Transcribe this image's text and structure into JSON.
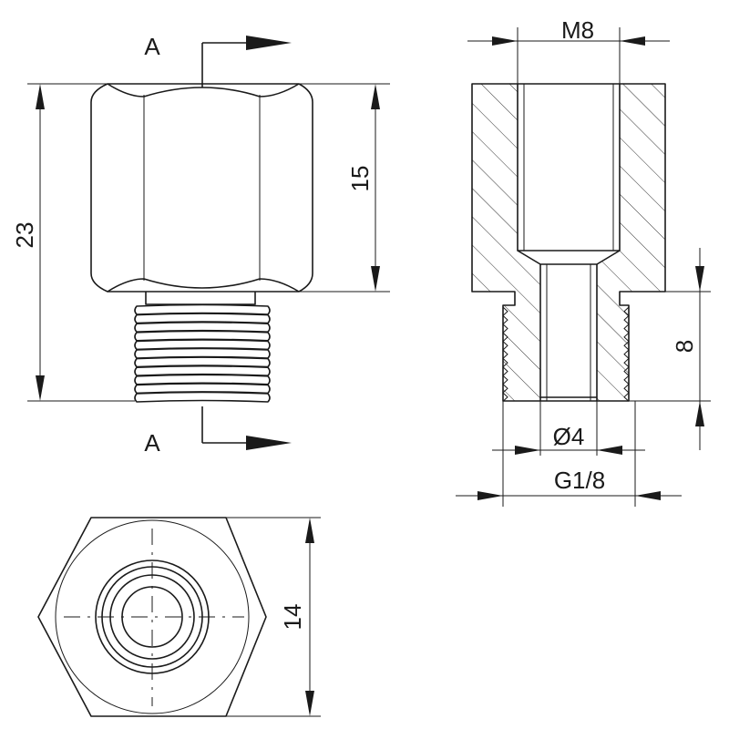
{
  "section_marker": {
    "top": "A",
    "bottom": "A"
  },
  "dimensions": {
    "overall_height": "23",
    "hex_height": "15",
    "thread_length": "8",
    "inner_thread": "M8",
    "bore_diameter": "4",
    "outer_thread": "G1/8",
    "hex_across_flats": "14"
  },
  "diameter_symbol": "Ø",
  "colors": {
    "line": "#1a1a1a",
    "background": "#ffffff"
  }
}
